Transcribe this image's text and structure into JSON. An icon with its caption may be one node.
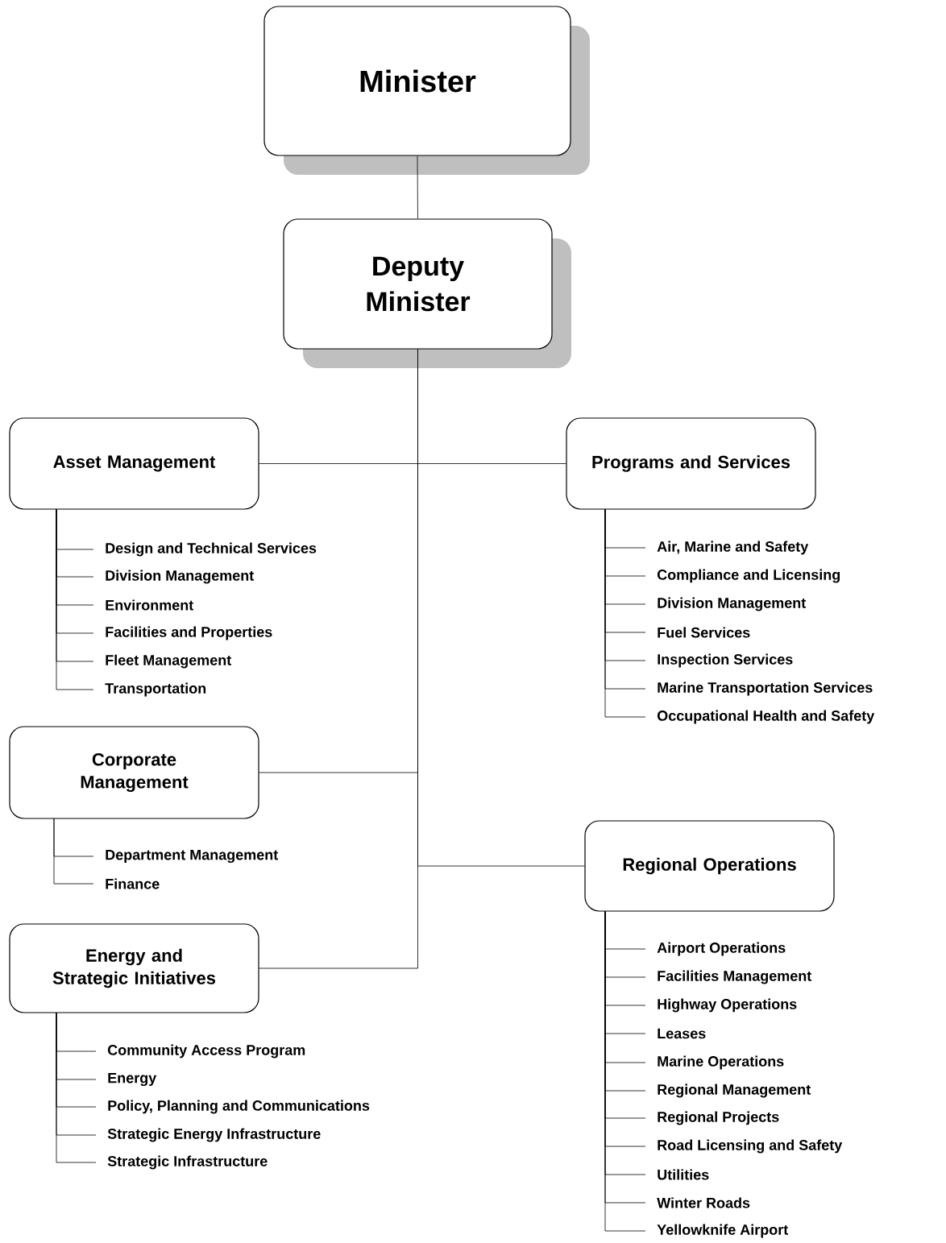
{
  "diagram": {
    "nodes": [
      {
        "text": [
          "Minister"
        ]
      },
      {
        "text": [
          "Deputy Minister"
        ]
      },
      {
        "text": [
          "Asset Management"
        ]
      },
      {
        "text": [
          "Programs and Services"
        ]
      },
      {
        "text": [
          "Corporate Management"
        ]
      },
      {
        "text": [
          "Regional Operations"
        ]
      },
      {
        "text": [
          "Energy and Strategic Initiatives"
        ]
      },
      {
        "text": [
          "Design and Technical Services"
        ]
      },
      {
        "text": [
          "Division Management"
        ]
      },
      {
        "text": [
          "Environment"
        ]
      },
      {
        "text": [
          "Facilities and Properties"
        ]
      },
      {
        "text": [
          "Fleet Management"
        ]
      },
      {
        "text": [
          "Transportation"
        ]
      },
      {
        "text": [
          "Air, Marine and Safety"
        ]
      },
      {
        "text": [
          "Compliance and Licensing"
        ]
      },
      {
        "text": [
          "Division Management"
        ]
      },
      {
        "text": [
          "Fuel Services"
        ]
      },
      {
        "text": [
          "Inspection Services"
        ]
      },
      {
        "text": [
          "Marine Transportation Services"
        ]
      },
      {
        "text": [
          "Occupational Health and Safety"
        ]
      },
      {
        "text": [
          "Department Management"
        ]
      },
      {
        "text": [
          "Finance"
        ]
      },
      {
        "text": [
          "Airport Operations"
        ]
      },
      {
        "text": [
          "Facilities Management"
        ]
      },
      {
        "text": [
          "Highway Operations"
        ]
      },
      {
        "text": [
          "Leases"
        ]
      },
      {
        "text": [
          "Marine Operations"
        ]
      },
      {
        "text": [
          "Regional Management"
        ]
      },
      {
        "text": [
          "Regional Projects"
        ]
      },
      {
        "text": [
          "Road Licensing and Safety"
        ]
      },
      {
        "text": [
          "Utilities"
        ]
      },
      {
        "text": [
          "Winter Roads"
        ]
      },
      {
        "text": [
          "Yellowknife Airport"
        ]
      },
      {
        "text": [
          "Community Access Program"
        ]
      },
      {
        "text": [
          "Energy"
        ]
      },
      {
        "text": [
          "Policy, Planning and Communications"
        ]
      },
      {
        "text": [
          "Strategic Energy Infrastructure"
        ]
      },
      {
        "text": [
          "Strategic Infrastructure"
        ]
      }
    ],
    "edges": [
      {
        "from": 0,
        "to": 1,
        "arrow": "none"
      },
      {
        "from": 1,
        "to": 2,
        "arrow": "none"
      },
      {
        "from": 1,
        "to": 3,
        "arrow": "none"
      },
      {
        "from": 1,
        "to": 4,
        "arrow": "none"
      },
      {
        "from": 1,
        "to": 5,
        "arrow": "none"
      },
      {
        "from": 1,
        "to": 6,
        "arrow": "none"
      },
      {
        "from": 2,
        "to": 7,
        "arrow": "none"
      },
      {
        "from": 2,
        "to": 8,
        "arrow": "none"
      },
      {
        "from": 2,
        "to": 9,
        "arrow": "none"
      },
      {
        "from": 2,
        "to": 10,
        "arrow": "none"
      },
      {
        "from": 2,
        "to": 11,
        "arrow": "none"
      },
      {
        "from": 2,
        "to": 12,
        "arrow": "none"
      },
      {
        "from": 3,
        "to": 13,
        "arrow": "none"
      },
      {
        "from": 3,
        "to": 14,
        "arrow": "none"
      },
      {
        "from": 3,
        "to": 15,
        "arrow": "none"
      },
      {
        "from": 3,
        "to": 16,
        "arrow": "none"
      },
      {
        "from": 3,
        "to": 17,
        "arrow": "none"
      },
      {
        "from": 3,
        "to": 18,
        "arrow": "none"
      },
      {
        "from": 3,
        "to": 19,
        "arrow": "none"
      },
      {
        "from": 4,
        "to": 20,
        "arrow": "none"
      },
      {
        "from": 4,
        "to": 21,
        "arrow": "none"
      },
      {
        "from": 5,
        "to": 22,
        "arrow": "none"
      },
      {
        "from": 5,
        "to": 23,
        "arrow": "none"
      },
      {
        "from": 5,
        "to": 24,
        "arrow": "none"
      },
      {
        "from": 5,
        "to": 25,
        "arrow": "none"
      },
      {
        "from": 5,
        "to": 26,
        "arrow": "none"
      },
      {
        "from": 5,
        "to": 27,
        "arrow": "none"
      },
      {
        "from": 5,
        "to": 28,
        "arrow": "none"
      },
      {
        "from": 5,
        "to": 29,
        "arrow": "none"
      },
      {
        "from": 5,
        "to": 30,
        "arrow": "none"
      },
      {
        "from": 5,
        "to": 31,
        "arrow": "none"
      },
      {
        "from": 5,
        "to": 32,
        "arrow": "none"
      },
      {
        "from": 6,
        "to": 33,
        "arrow": "none"
      },
      {
        "from": 6,
        "to": 34,
        "arrow": "none"
      },
      {
        "from": 6,
        "to": 35,
        "arrow": "none"
      },
      {
        "from": 6,
        "to": 36,
        "arrow": "none"
      },
      {
        "from": 6,
        "to": 37,
        "arrow": "none"
      }
    ]
  }
}
